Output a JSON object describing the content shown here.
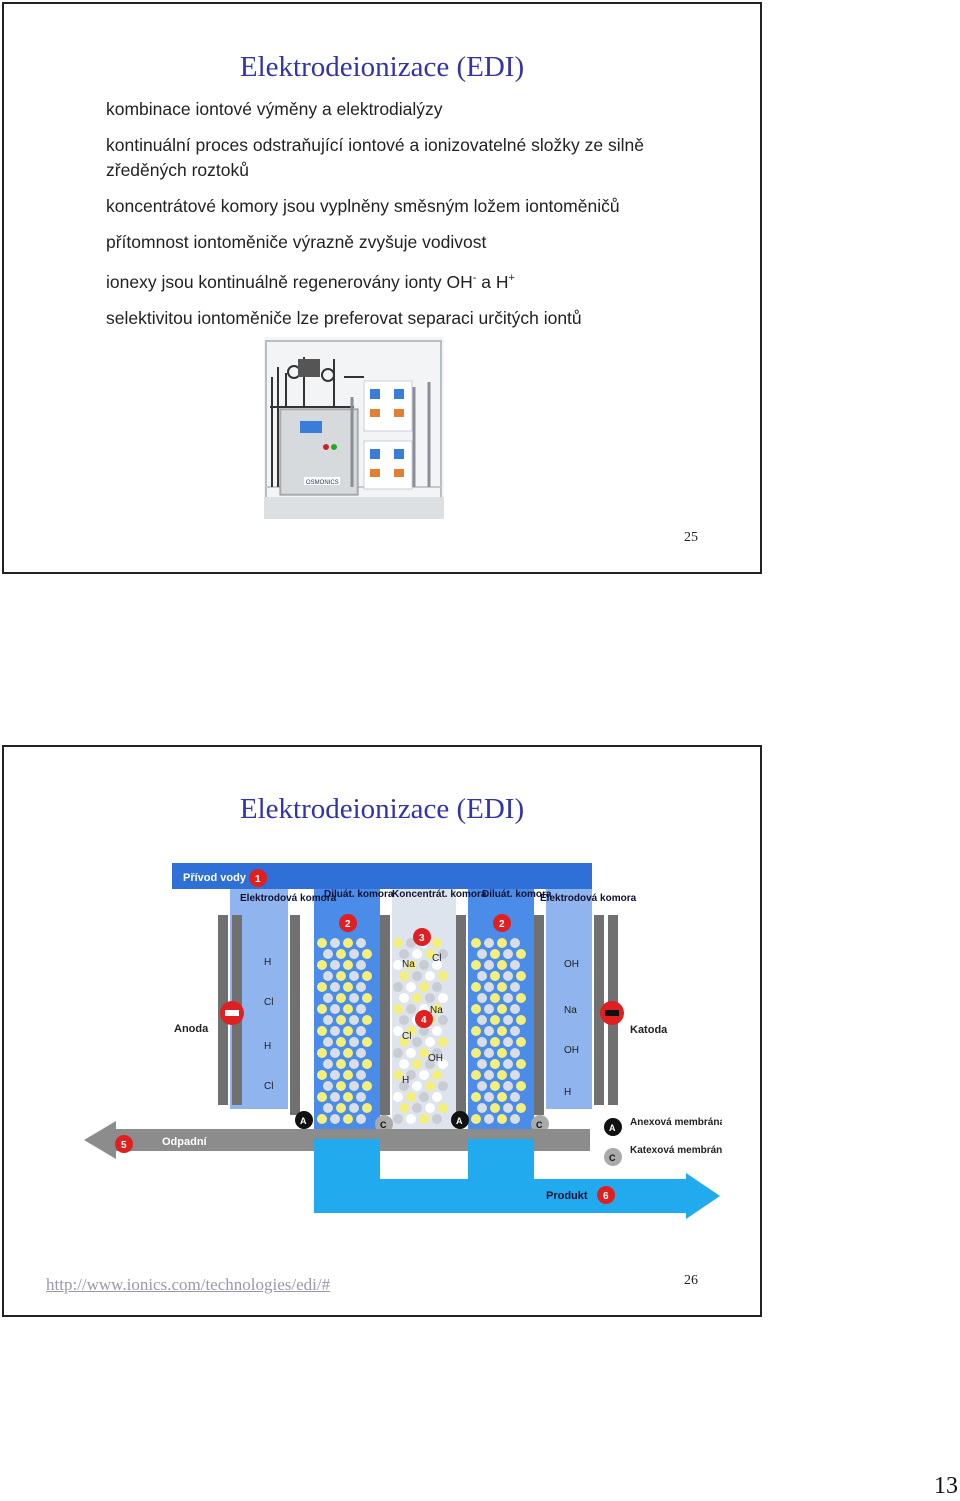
{
  "slide1": {
    "title": "Elektrodeionizace (EDI)",
    "bullets": [
      "kombinace iontové výměny a elektrodialýzy",
      "kontinuální proces odstraňující iontové a ionizovatelné složky ze silně zředěných roztoků",
      "koncentrátové komory jsou vyplněny směsným ložem iontoměničů",
      "přítomnost iontoměniče výrazně zvyšuje vodivost"
    ],
    "bullet5": {
      "pre": "ionexy jsou kontinuálně regenerovány ionty OH",
      "sup1": "-",
      "mid": " a H",
      "sup2": "+"
    },
    "bullet6": "selektivitou iontoměniče lze preferovat separaci určitých iontů",
    "photo_label": "OSMONICS",
    "slide_number": "25"
  },
  "slide2": {
    "title": "Elektrodeionizace (EDI)",
    "diagram": {
      "inlet": "Přívod vody",
      "chambers": [
        "Elektrodová komora",
        "Diluát. komora",
        "Koncentrát. komora",
        "Diluát. komora",
        "Elektrodová komora"
      ],
      "anode": "Anoda",
      "cathode": "Katoda",
      "waste": "Odpadní",
      "product": "Produkt",
      "legend_anion": "Anexová membrána",
      "legend_cation": "Katexová membrána",
      "ions": {
        "h": "H",
        "cl": "Cl",
        "na": "Na",
        "oh": "OH"
      }
    },
    "url": "http://www.ionics.com/technologies/edi/#",
    "slide_number": "26"
  },
  "page_number": "13",
  "colors": {
    "title": "#3333aa",
    "blue": "#2e6fd8",
    "arrow": "#22aaee",
    "red": "#e02020"
  }
}
